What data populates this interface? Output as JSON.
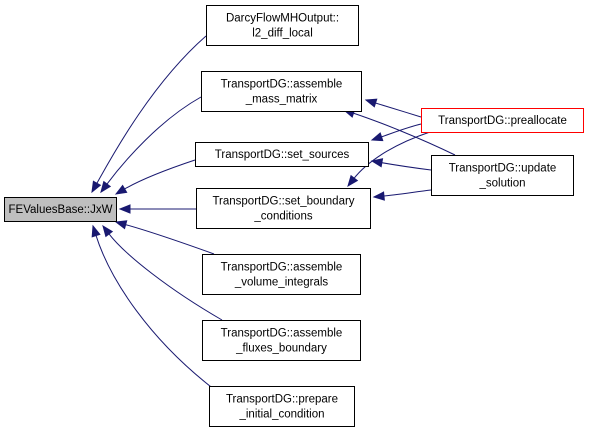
{
  "diagram": {
    "colors": {
      "edge": "#191970",
      "node_border": "#000000",
      "focus_fill": "#bfbfbf",
      "node_fill": "#ffffff",
      "truncated_border": "#ff0000"
    },
    "nodes": [
      {
        "id": "jxw",
        "lines": [
          "FEValuesBase::JxW"
        ],
        "style": "focus"
      },
      {
        "id": "darcy_l2",
        "lines": [
          "DarcyFlowMHOutput::",
          "l2_diff_local"
        ],
        "style": "normal"
      },
      {
        "id": "assemble_mass",
        "lines": [
          "TransportDG::assemble",
          "_mass_matrix"
        ],
        "style": "normal"
      },
      {
        "id": "set_sources",
        "lines": [
          "TransportDG::set_sources"
        ],
        "style": "normal"
      },
      {
        "id": "set_boundary",
        "lines": [
          "TransportDG::set_boundary",
          "_conditions"
        ],
        "style": "normal"
      },
      {
        "id": "assemble_volume",
        "lines": [
          "TransportDG::assemble",
          "_volume_integrals"
        ],
        "style": "normal"
      },
      {
        "id": "assemble_fluxes",
        "lines": [
          "TransportDG::assemble",
          "_fluxes_boundary"
        ],
        "style": "normal"
      },
      {
        "id": "prepare_initial",
        "lines": [
          "TransportDG::prepare",
          "_initial_condition"
        ],
        "style": "normal"
      },
      {
        "id": "preallocate",
        "lines": [
          "TransportDG::preallocate"
        ],
        "style": "truncated"
      },
      {
        "id": "update_solution",
        "lines": [
          "TransportDG::update",
          "_solution"
        ],
        "style": "normal"
      }
    ],
    "edges": [
      {
        "from": "darcy_l2",
        "to": "jxw"
      },
      {
        "from": "assemble_mass",
        "to": "jxw"
      },
      {
        "from": "set_sources",
        "to": "jxw"
      },
      {
        "from": "set_boundary",
        "to": "jxw"
      },
      {
        "from": "assemble_volume",
        "to": "jxw"
      },
      {
        "from": "assemble_fluxes",
        "to": "jxw"
      },
      {
        "from": "prepare_initial",
        "to": "jxw"
      },
      {
        "from": "preallocate",
        "to": "assemble_mass"
      },
      {
        "from": "update_solution",
        "to": "assemble_mass"
      },
      {
        "from": "preallocate",
        "to": "set_sources"
      },
      {
        "from": "update_solution",
        "to": "set_sources"
      },
      {
        "from": "preallocate",
        "to": "set_boundary"
      },
      {
        "from": "update_solution",
        "to": "set_boundary"
      }
    ]
  }
}
